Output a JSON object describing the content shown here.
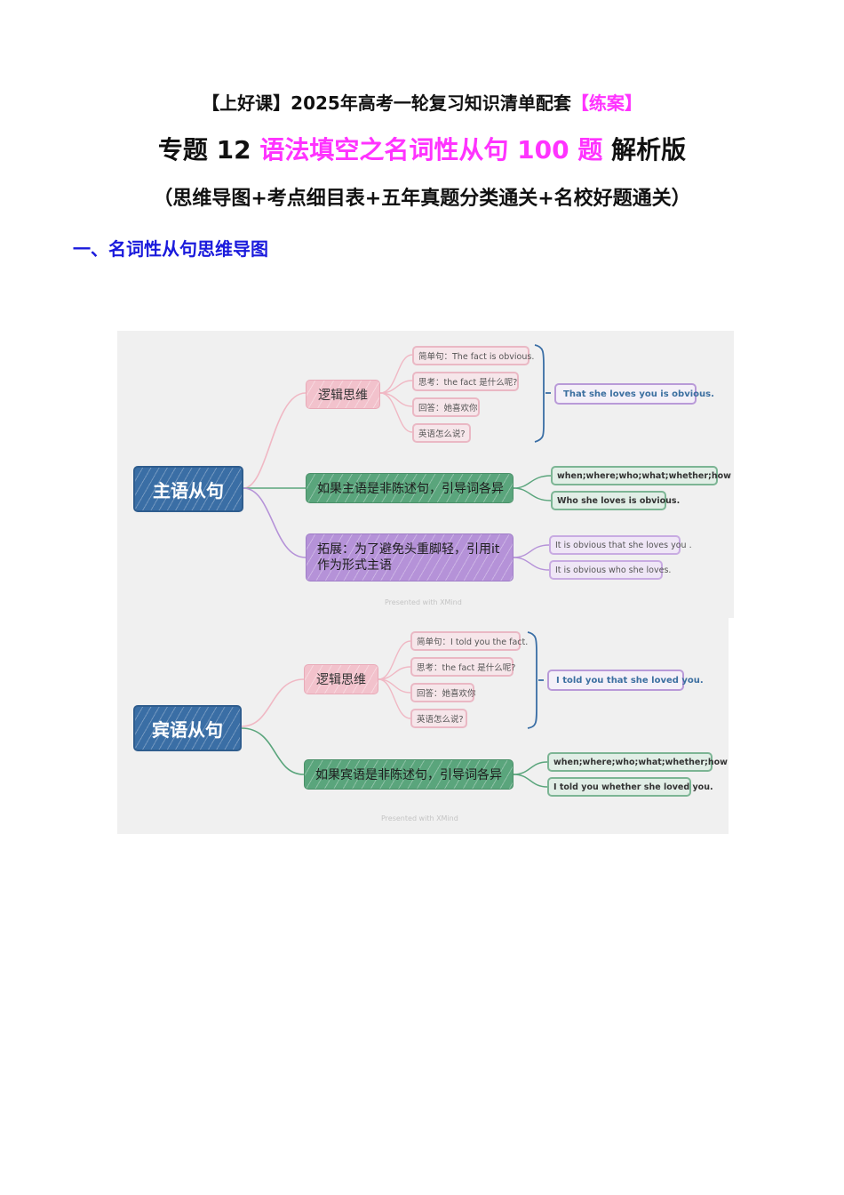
{
  "header": {
    "line1_prefix": "【上好课】2025年高考一轮复习知识清单配套",
    "line1_highlight": "【练案】",
    "line2_prefix": "专题 12 ",
    "line2_highlight": "语法填空之名词性从句 100 题",
    "line2_suffix": " 解析版",
    "line3": "（思维导图+考点细目表+五年真题分类通关+名校好题通关）"
  },
  "section": {
    "title": "一、名词性从句思维导图"
  },
  "colors": {
    "magenta": "#ff33ff",
    "section_blue": "#1a1adc",
    "root_blue": "#3a6ea5",
    "pink_node": "#f2c2cc",
    "green_node": "#5aa57c",
    "purple_node": "#b592d8",
    "result_text": "#3c6fa0"
  },
  "mindmap_subject": {
    "root": "主语从句",
    "logic": {
      "label": "逻辑思维",
      "items": [
        "简单句：The fact is obvious.",
        "思考：the fact 是什么呢?",
        "回答：她喜欢你",
        "英语怎么说?"
      ],
      "result": "That she loves you is obvious."
    },
    "non_declarative": {
      "label": "如果主语是非陈述句，引导词各异",
      "items": [
        "when;where;who;what;whether;how",
        "Who she loves is obvious."
      ]
    },
    "extension": {
      "label": "拓展：为了避免头重脚轻，引用it作为形式主语",
      "items": [
        "It is obvious that she loves you .",
        "It is obvious who she loves."
      ]
    },
    "watermark": "Presented with XMind"
  },
  "mindmap_object": {
    "root": "宾语从句",
    "logic": {
      "label": "逻辑思维",
      "items": [
        "简单句：I told you the fact.",
        "思考：the fact 是什么呢?",
        "回答：她喜欢你",
        "英语怎么说?"
      ],
      "result": "I told you that she loved you."
    },
    "non_declarative": {
      "label": "如果宾语是非陈述句，引导词各异",
      "items": [
        "when;where;who;what;whether;how",
        "I told you whether she loved you."
      ]
    },
    "watermark": "Presented with XMind"
  }
}
